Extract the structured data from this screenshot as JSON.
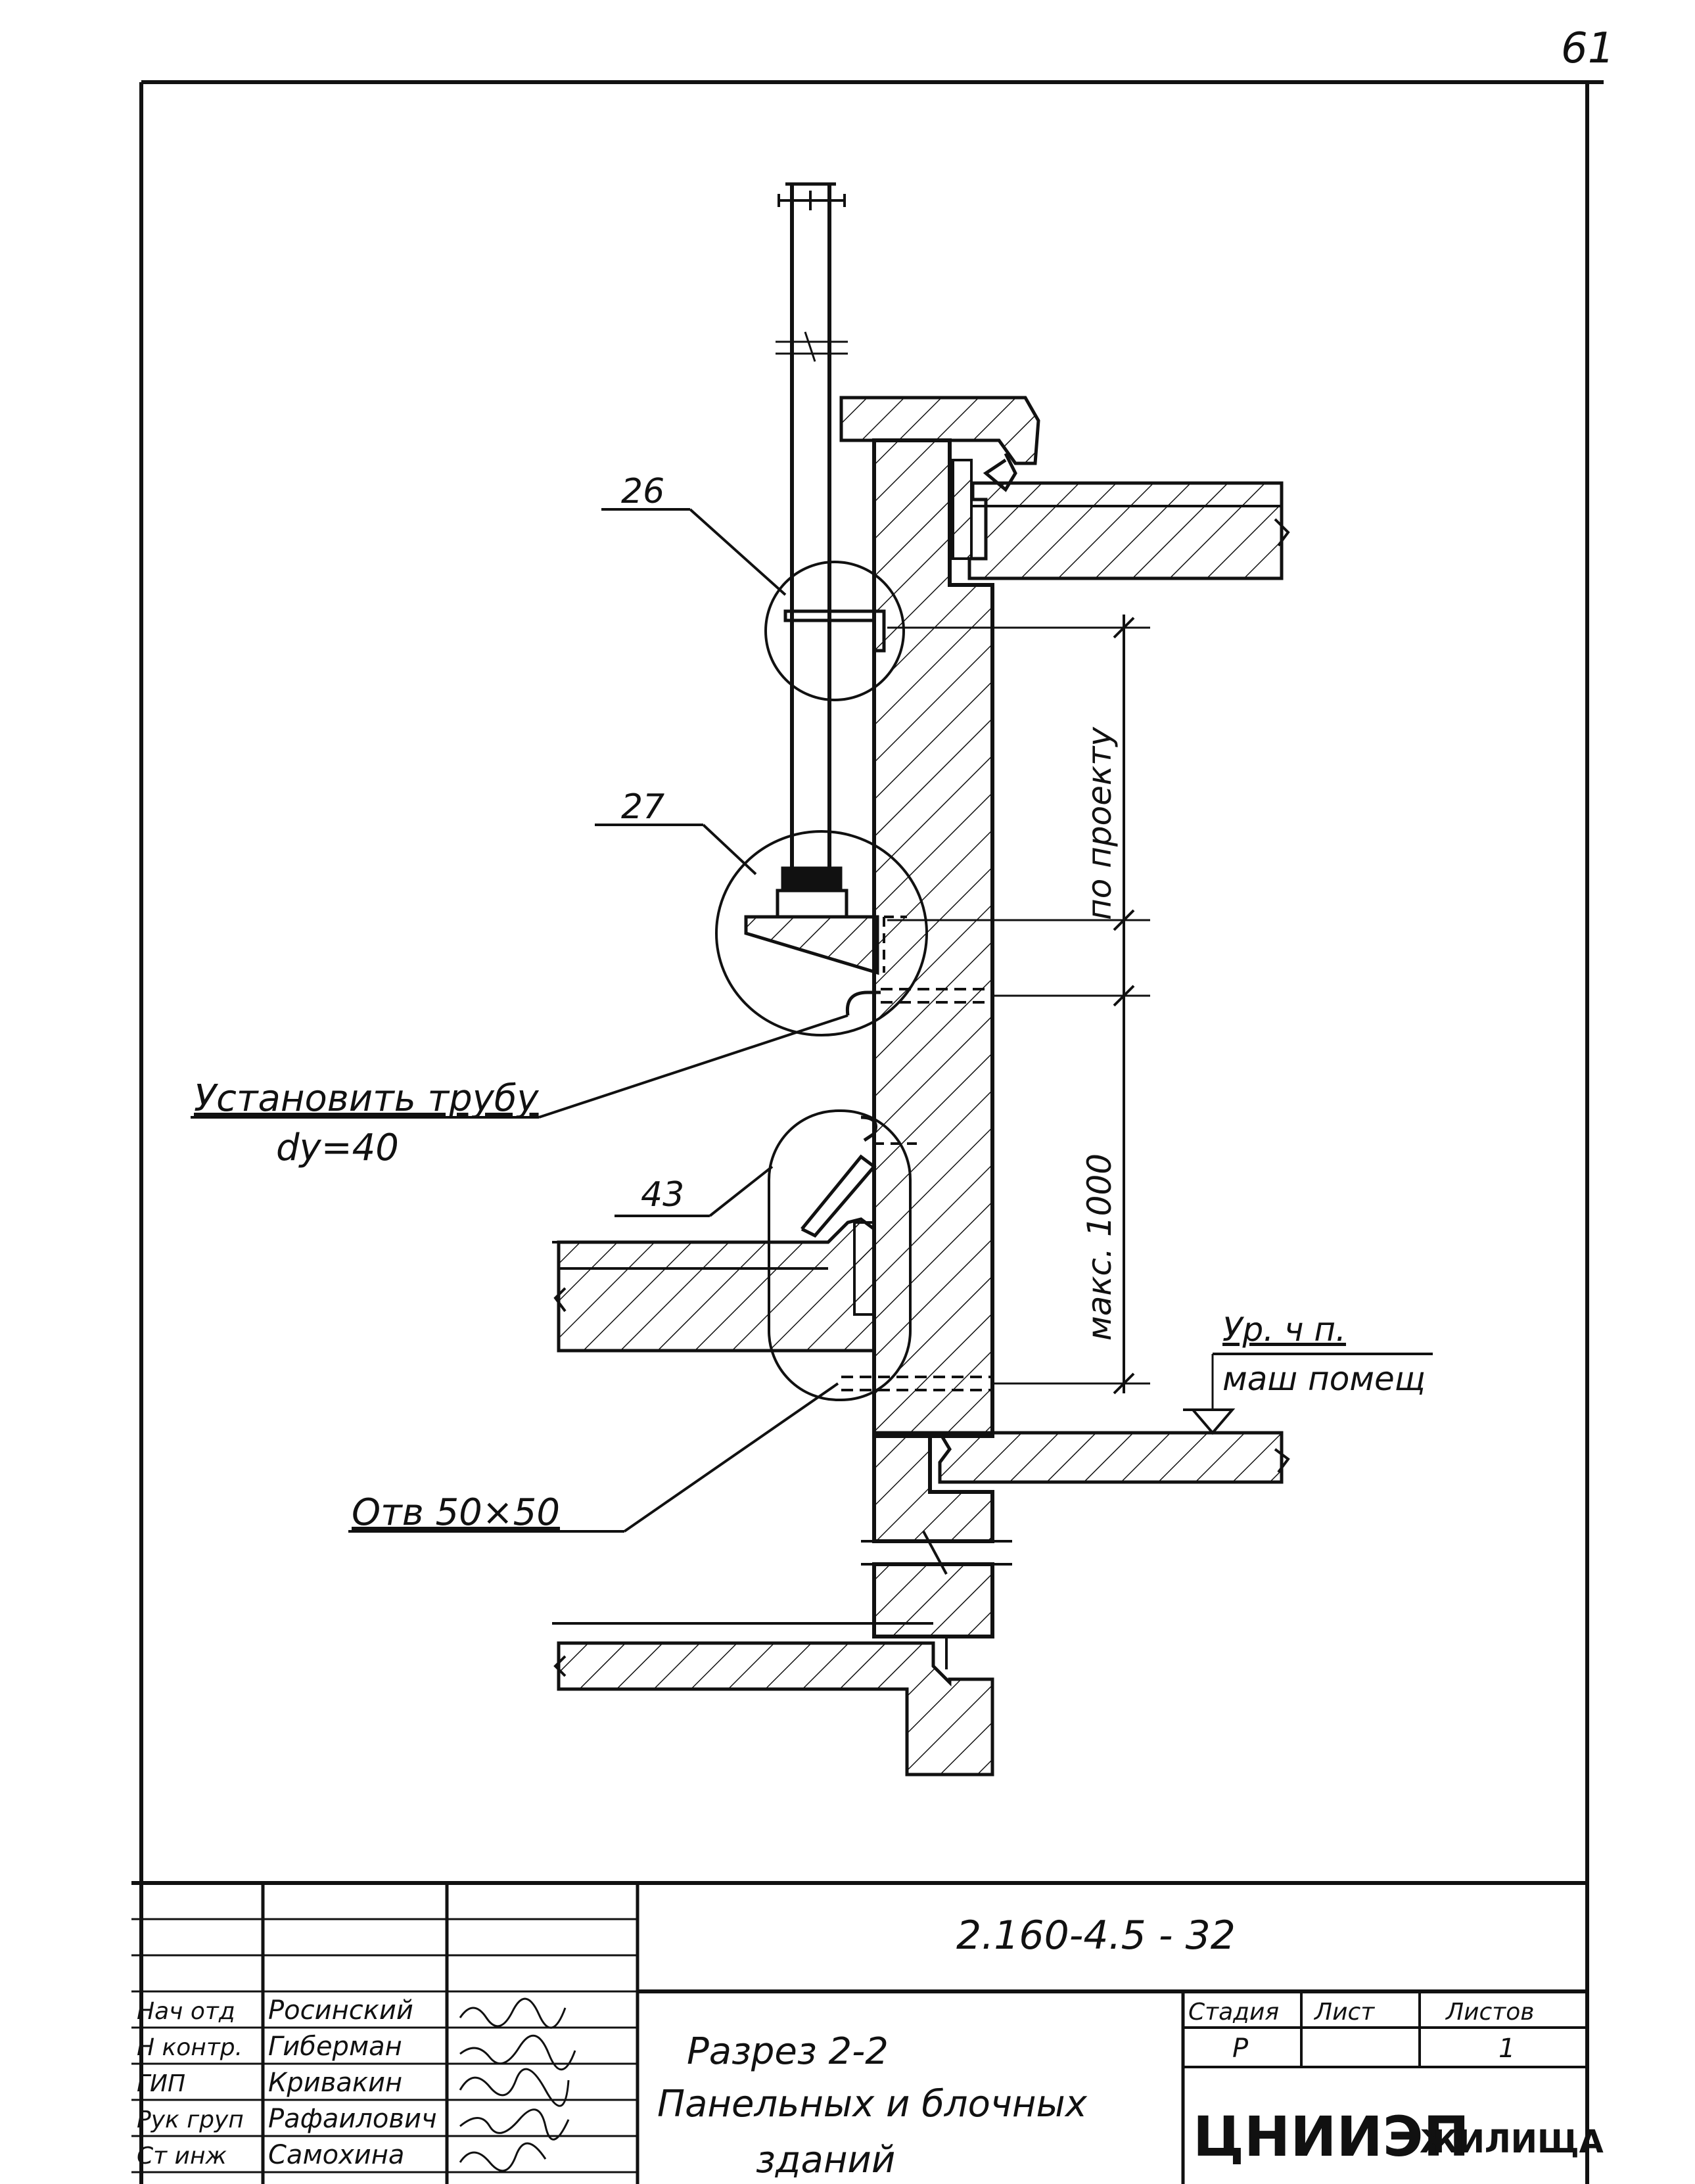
{
  "sheet_number": "61",
  "callouts": {
    "c26": "26",
    "c27": "27",
    "c43": "43"
  },
  "notes": {
    "pipe_line1": "Установить трубу",
    "pipe_line2": "dy=40",
    "hole": "Отв 50×50",
    "level_line1": "Ур. ч п.",
    "level_line2": "маш помещ"
  },
  "dimensions": {
    "upper": "по проекту",
    "lower": "макс. 1000"
  },
  "title_block": {
    "drawing_code": "2.160-4.5 - 32",
    "title_line1": "Разрез 2-2",
    "title_line2": "Панельных и блочных",
    "title_line3": "зданий",
    "stage_header": "Стадия",
    "sheet_header": "Лист",
    "sheets_header": "Листов",
    "stage_value": "Р",
    "sheet_value": "",
    "sheets_value": "1",
    "org_logo": "ЦНИИЭП",
    "org_name": "ЖИЛИЩА",
    "roles": [
      "Нач отд",
      "Н контр.",
      "ГИП",
      "Рук груп",
      "Ст инж"
    ],
    "names": [
      "Росинский",
      "Гиберман",
      "Кривакин",
      "Рафаилович",
      "Самохина"
    ]
  }
}
